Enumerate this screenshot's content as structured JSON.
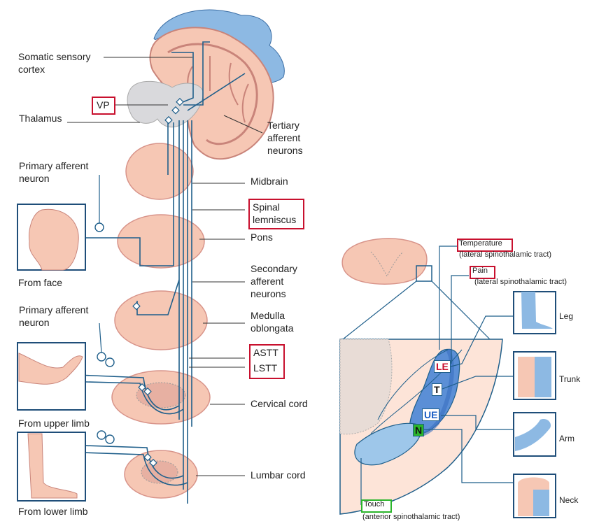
{
  "left_diagram": {
    "labels": {
      "somatic_cortex": [
        "Somatic sensory",
        "cortex"
      ],
      "thalamus": "Thalamus",
      "vp": "VP",
      "tertiary": [
        "Tertiary",
        "afferent",
        "neurons"
      ],
      "primary_face": [
        "Primary afferent",
        "neuron"
      ],
      "midbrain": "Midbrain",
      "spinal_lemniscus": [
        "Spinal",
        "lemniscus"
      ],
      "pons": "Pons",
      "from_face": "From face",
      "secondary": [
        "Secondary",
        "afferent",
        "neurons"
      ],
      "primary_limb": [
        "Primary afferent",
        "neuron"
      ],
      "medulla": [
        "Medulla",
        "oblongata"
      ],
      "astt": "ASTT",
      "lstt": "LSTT",
      "cervical": "Cervical cord",
      "from_upper": "From upper limb",
      "lumbar": "Lumbar cord",
      "from_lower": "From lower limb"
    }
  },
  "right_diagram": {
    "temperature": {
      "label": "Temperature",
      "sub": "(lateral spinothalamic tract)"
    },
    "pain": {
      "label": "Pain",
      "sub": "(lateral spinothalamic tract)"
    },
    "touch": {
      "label": "Touch",
      "sub": "(anterior spinothalamic tract)"
    },
    "tags": {
      "le": "LE",
      "t": "T",
      "ue": "UE",
      "n": "N"
    },
    "panels": {
      "leg": "Leg",
      "trunk": "Trunk",
      "arm": "Arm",
      "neck": "Neck"
    }
  },
  "colors": {
    "tract_blue": "#1f5f8b",
    "flesh": "#f6c7b4",
    "cortex_pink": "#f3b9a6",
    "skull_blue": "#8db9e3",
    "highlight_red": "#c8102e",
    "highlight_green": "#2bb52b"
  }
}
